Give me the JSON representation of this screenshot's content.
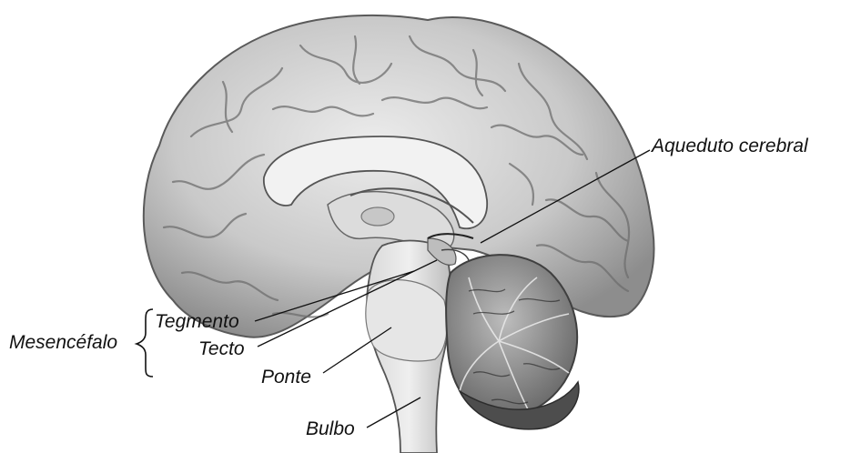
{
  "labels": {
    "aqueduto": "Aqueduto cerebral",
    "tegmento": "Tegmento",
    "tecto": "Tecto",
    "mesencefalo": "Mesencéfalo",
    "ponte": "Ponte",
    "bulbo": "Bulbo"
  }
}
